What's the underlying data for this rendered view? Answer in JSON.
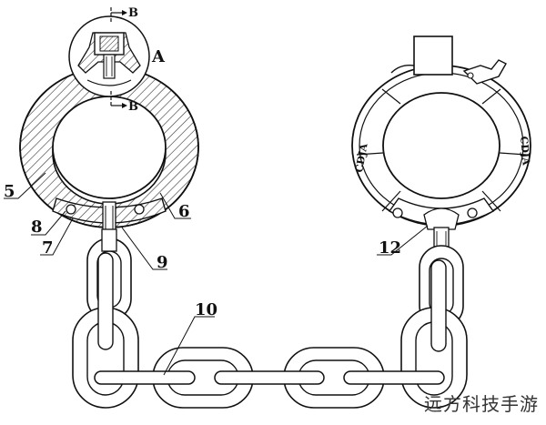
{
  "section_marks": {
    "top": "B",
    "bottom": "B"
  },
  "detail_label": "A",
  "part_labels": {
    "p5": "5",
    "p6": "6",
    "p7": "7",
    "p8": "8",
    "p9": "9",
    "p10": "10",
    "p12": "12"
  },
  "shackle_text": {
    "left": "CDJA",
    "right": "CDJA"
  },
  "watermark": "远方科技手游",
  "colors": {
    "line": "#111111",
    "hatch": "#444444",
    "background": "#ffffff"
  }
}
